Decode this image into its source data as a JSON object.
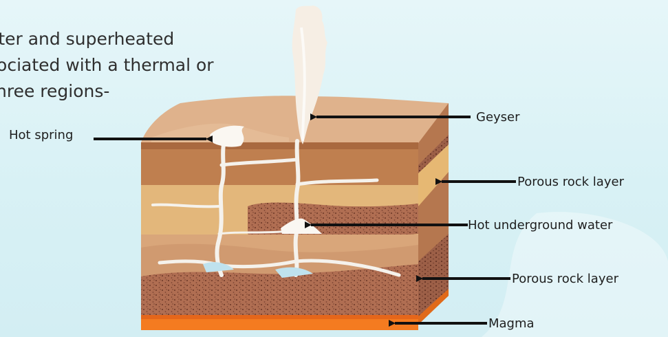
{
  "intro": {
    "line1": "ater and superheated",
    "line2": "sociated with a thermal or",
    "line3": "hree regions-"
  },
  "labels": {
    "hot_spring": "Hot spring",
    "geyser": "Geyser",
    "porous_upper": "Porous rock layer",
    "hot_water": "Hot underground water",
    "porous_lower": "Porous rock layer",
    "magma": "Magma"
  },
  "colors": {
    "background": "#d8f1f5",
    "text": "#2f2f2f",
    "arrow": "#111111",
    "magma": "#f47b20",
    "topsoil": "#d9a67c",
    "upper_band": "#c98a57",
    "sand_band": "#e2b577",
    "porous": "#a9664c",
    "water": "#f3f1ec"
  }
}
